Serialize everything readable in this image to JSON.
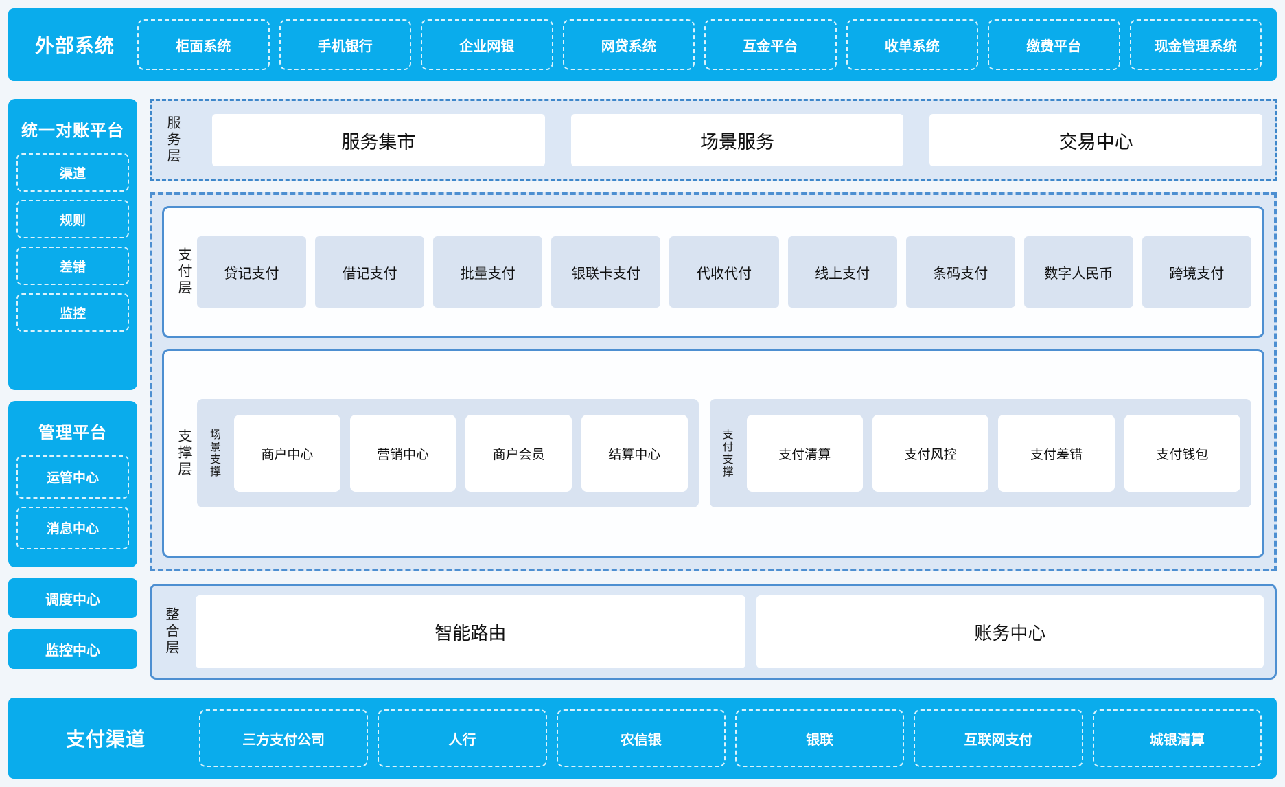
{
  "colors": {
    "blue": "#0AACEC",
    "panel-bg": "#dce7f5",
    "item-fill": "#d9e3f1",
    "solid-border": "#4d8fd1",
    "dash-border": "#4d8fd1",
    "dashdot-border": "#3e87ca",
    "ink": "#1c1c1c",
    "page-bg": "#f2f6fa"
  },
  "top_bar": {
    "title": "外部系统",
    "items": [
      "柜面系统",
      "手机银行",
      "企业网银",
      "网贷系统",
      "互金平台",
      "收单系统",
      "缴费平台",
      "现金管理系统"
    ]
  },
  "sidebar": {
    "reconciliation": {
      "title": "统一对账平台",
      "items": [
        "渠道",
        "规则",
        "差错",
        "监控"
      ]
    },
    "management": {
      "title": "管理平台",
      "items": [
        "运管中心",
        "消息中心"
      ]
    },
    "standalone": [
      "调度中心",
      "监控中心"
    ]
  },
  "main": {
    "service_layer": {
      "label": "服务层",
      "items": [
        "服务集市",
        "场景服务",
        "交易中心"
      ]
    },
    "payment_layer": {
      "label": "支付层",
      "items": [
        "贷记支付",
        "借记支付",
        "批量支付",
        "银联卡支付",
        "代收代付",
        "线上支付",
        "条码支付",
        "数字人民币",
        "跨境支付"
      ]
    },
    "support_layer": {
      "label": "支撑层",
      "groups": [
        {
          "label": "场景支撑",
          "items": [
            "商户中心",
            "营销中心",
            "商户会员",
            "结算中心"
          ]
        },
        {
          "label": "支付支撑",
          "items": [
            "支付清算",
            "支付风控",
            "支付差错",
            "支付钱包"
          ]
        }
      ]
    },
    "integration_layer": {
      "label": "整合层",
      "items": [
        "智能路由",
        "账务中心"
      ]
    }
  },
  "bottom_bar": {
    "title": "支付渠道",
    "items": [
      "三方支付公司",
      "人行",
      "农信银",
      "银联",
      "互联网支付",
      "城银清算"
    ]
  }
}
